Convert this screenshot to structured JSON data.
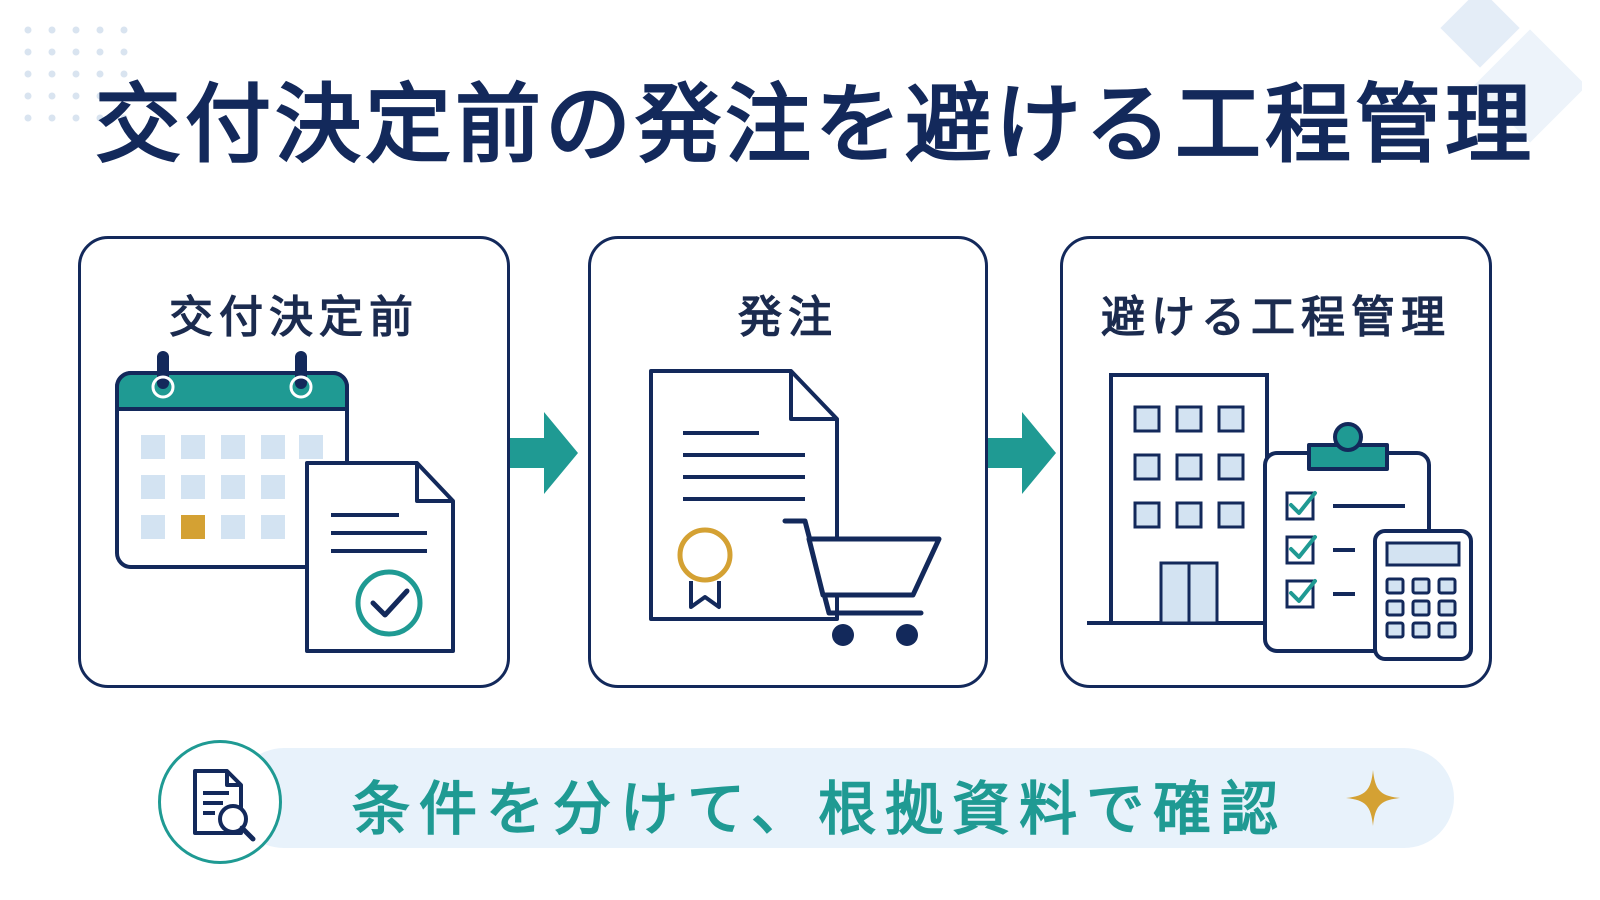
{
  "title": "交付決定前の発注を避ける工程管理",
  "steps": [
    {
      "label": "交付決定前"
    },
    {
      "label": "発注"
    },
    {
      "label": "避ける工程管理"
    }
  ],
  "banner": {
    "text": "条件を分けて、根拠資料で確認"
  },
  "colors": {
    "navy": "#13295b",
    "teal": "#1f9a93",
    "gold": "#d4a133",
    "light_blue": "#d3e3f2",
    "banner_bg": "#e8f2fb"
  },
  "icons": {
    "step1": [
      "calendar-icon",
      "approved-document-icon"
    ],
    "step2": [
      "certificate-document-icon",
      "shopping-cart-icon"
    ],
    "step3": [
      "office-building-icon",
      "checklist-clipboard-icon",
      "calculator-icon"
    ],
    "banner": "document-search-icon",
    "accent": "sparkle-icon"
  }
}
